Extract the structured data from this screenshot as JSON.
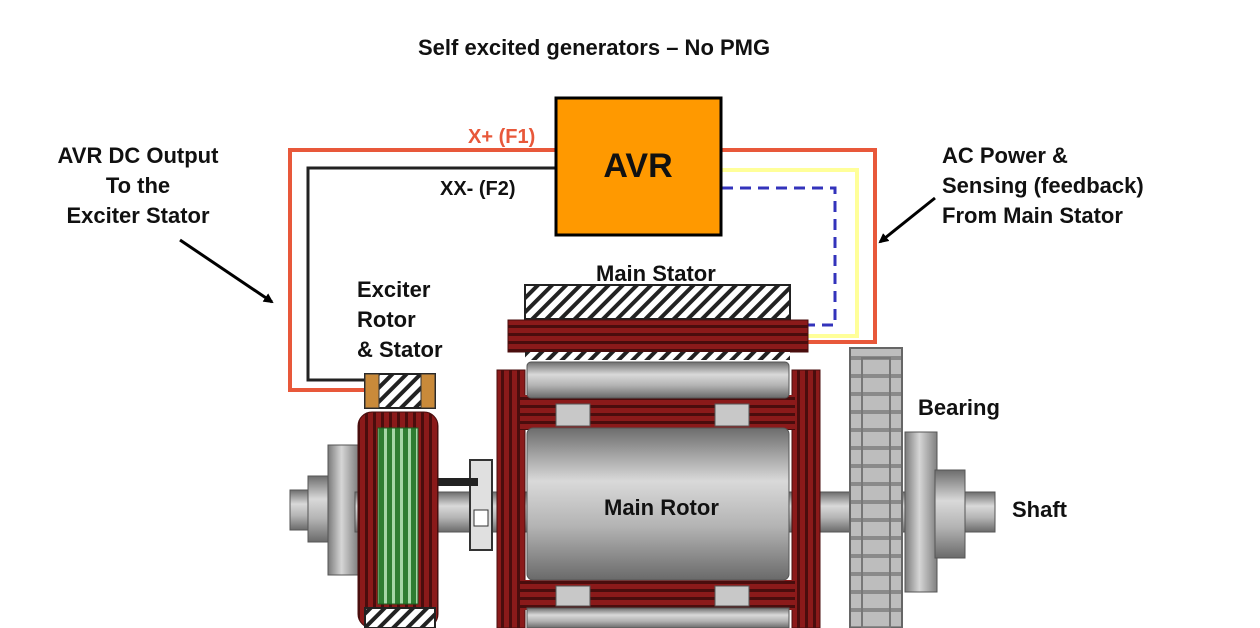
{
  "title": "Self excited generators – No PMG",
  "avr": {
    "label": "AVR"
  },
  "wires": {
    "f1_label": "X+ (F1)",
    "f2_label": "XX- (F2)"
  },
  "labels": {
    "avr_dc_output": [
      "AVR DC Output",
      "To the",
      "Exciter Stator"
    ],
    "ac_power": [
      "AC Power &",
      "Sensing (feedback)",
      "From Main Stator"
    ],
    "exciter": [
      "Exciter",
      "Rotor",
      "& Stator"
    ],
    "main_stator": "Main Stator",
    "main_rotor": "Main Rotor",
    "bearing": "Bearing",
    "shaft": "Shaft"
  },
  "colors": {
    "avr_fill": "#ff9900",
    "wire_f1": "#e8583a",
    "wire_f2": "#222222",
    "wire_sense_yellow": "#ffff99",
    "wire_sense_blue": "#3333bb",
    "winding": "#8b1a1a",
    "winding_stripe": "#4a0d0d",
    "steel": "#9d9d9d",
    "exciter_green": "#2e7d32"
  },
  "icons": [
    "arrow-right-down-icon",
    "arrow-left-down-icon",
    "hatch-pattern"
  ]
}
